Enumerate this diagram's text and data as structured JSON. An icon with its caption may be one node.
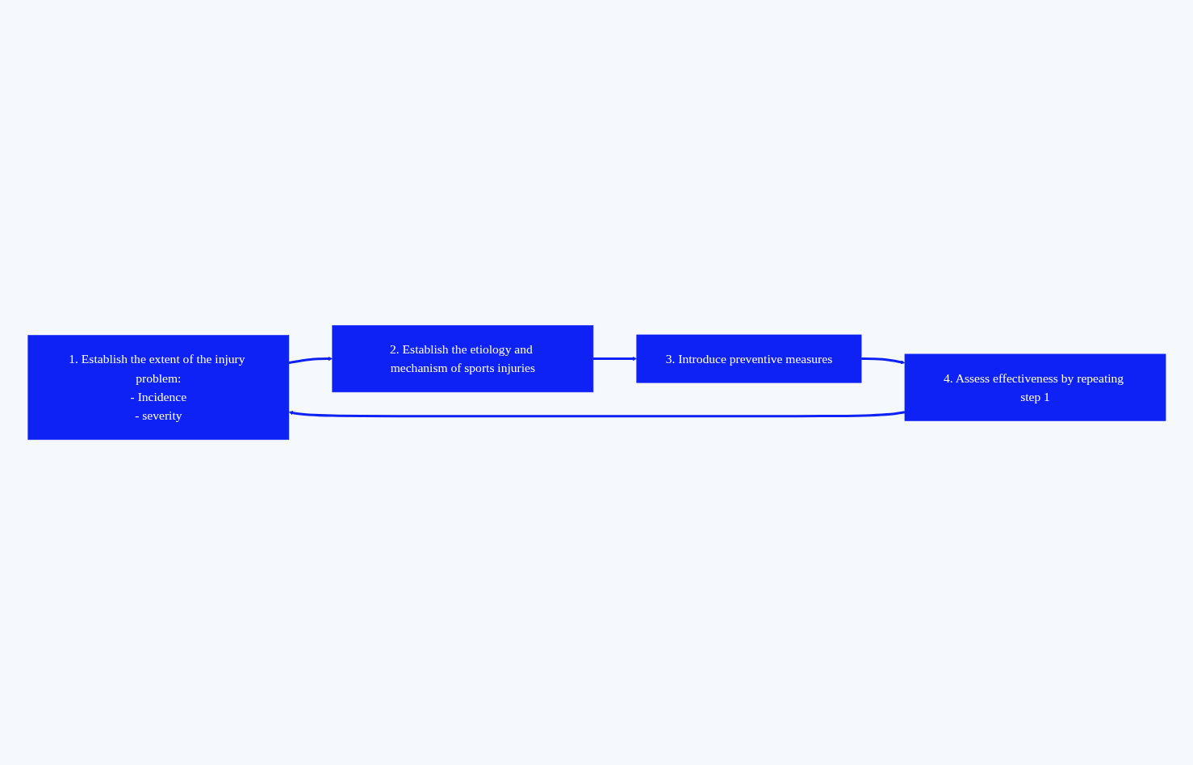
{
  "diagram": {
    "nodes": [
      {
        "text": [
          "1. Establish the extent of the injury problem:",
          "- Incidence",
          "- severity"
        ]
      },
      {
        "text": [
          "2. Establish the etiology and mechanism of sports injuries"
        ]
      },
      {
        "text": [
          "3. Introduce preventive measures"
        ]
      },
      {
        "text": [
          "4. Assess effectiveness by repeating step 1"
        ]
      }
    ],
    "edges": [
      {
        "from": 0,
        "to": 1,
        "arrow": "to"
      },
      {
        "from": 1,
        "to": 2,
        "arrow": "to"
      },
      {
        "from": 2,
        "to": 3,
        "arrow": "to"
      },
      {
        "from": 3,
        "to": 0,
        "arrow": "to"
      }
    ]
  }
}
